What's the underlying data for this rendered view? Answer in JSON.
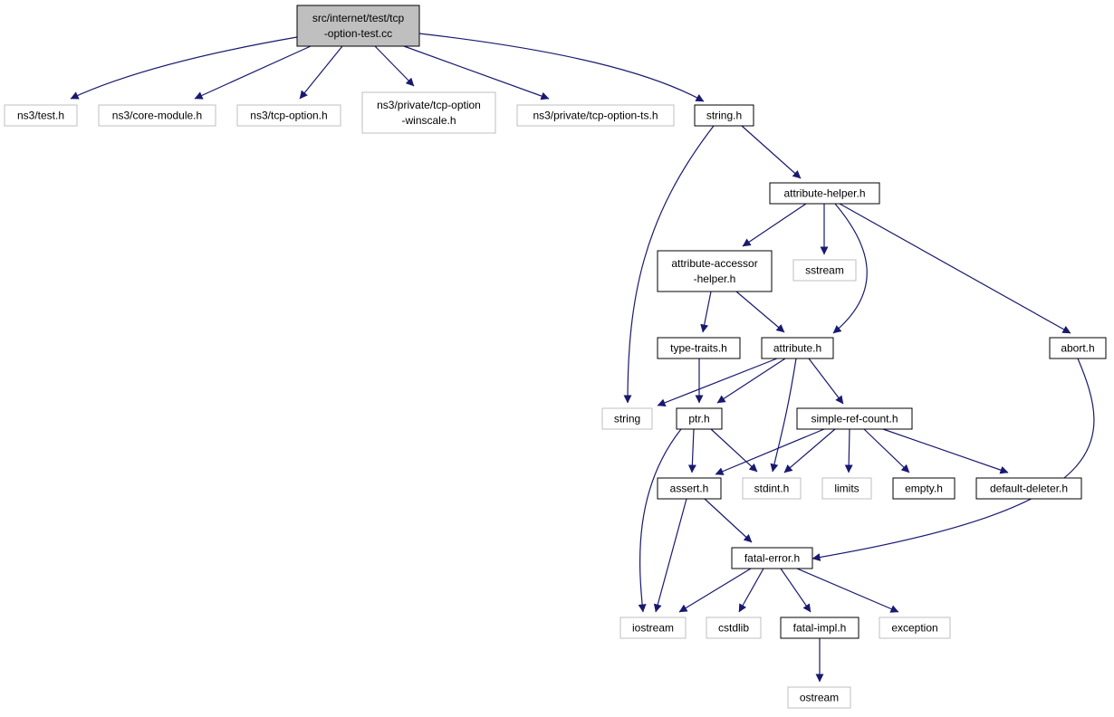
{
  "colors": {
    "edge": "#191970",
    "root_fill": "#bfbfbf",
    "root_border": "#000000",
    "documented_border": "#000000",
    "external_border": "#bfbfbf",
    "node_fill": "#ffffff"
  },
  "nodes": {
    "root": {
      "lines": [
        "src/internet/test/tcp",
        "-option-test.cc"
      ],
      "kind": "root"
    },
    "test_h": {
      "lines": [
        "ns3/test.h"
      ],
      "kind": "external"
    },
    "core_module_h": {
      "lines": [
        "ns3/core-module.h"
      ],
      "kind": "external"
    },
    "tcp_option_h": {
      "lines": [
        "ns3/tcp-option.h"
      ],
      "kind": "external"
    },
    "tcp_option_winscale_h": {
      "lines": [
        "ns3/private/tcp-option",
        "-winscale.h"
      ],
      "kind": "external"
    },
    "tcp_option_ts_h": {
      "lines": [
        "ns3/private/tcp-option-ts.h"
      ],
      "kind": "external"
    },
    "string_h": {
      "lines": [
        "string.h"
      ],
      "kind": "documented"
    },
    "attribute_helper_h": {
      "lines": [
        "attribute-helper.h"
      ],
      "kind": "documented"
    },
    "attribute_accessor_helper_h": {
      "lines": [
        "attribute-accessor",
        "-helper.h"
      ],
      "kind": "documented"
    },
    "sstream": {
      "lines": [
        "sstream"
      ],
      "kind": "external"
    },
    "type_traits_h": {
      "lines": [
        "type-traits.h"
      ],
      "kind": "documented"
    },
    "attribute_h": {
      "lines": [
        "attribute.h"
      ],
      "kind": "documented"
    },
    "abort_h": {
      "lines": [
        "abort.h"
      ],
      "kind": "documented"
    },
    "string": {
      "lines": [
        "string"
      ],
      "kind": "external"
    },
    "ptr_h": {
      "lines": [
        "ptr.h"
      ],
      "kind": "documented"
    },
    "simple_ref_count_h": {
      "lines": [
        "simple-ref-count.h"
      ],
      "kind": "documented"
    },
    "assert_h": {
      "lines": [
        "assert.h"
      ],
      "kind": "documented"
    },
    "stdint_h": {
      "lines": [
        "stdint.h"
      ],
      "kind": "external"
    },
    "limits": {
      "lines": [
        "limits"
      ],
      "kind": "external"
    },
    "empty_h": {
      "lines": [
        "empty.h"
      ],
      "kind": "documented"
    },
    "default_deleter_h": {
      "lines": [
        "default-deleter.h"
      ],
      "kind": "documented"
    },
    "fatal_error_h": {
      "lines": [
        "fatal-error.h"
      ],
      "kind": "documented"
    },
    "iostream": {
      "lines": [
        "iostream"
      ],
      "kind": "external"
    },
    "cstdlib": {
      "lines": [
        "cstdlib"
      ],
      "kind": "external"
    },
    "fatal_impl_h": {
      "lines": [
        "fatal-impl.h"
      ],
      "kind": "documented"
    },
    "exception": {
      "lines": [
        "exception"
      ],
      "kind": "external"
    },
    "ostream": {
      "lines": [
        "ostream"
      ],
      "kind": "external"
    }
  },
  "edges": [
    [
      "root",
      "test_h"
    ],
    [
      "root",
      "core_module_h"
    ],
    [
      "root",
      "tcp_option_h"
    ],
    [
      "root",
      "tcp_option_winscale_h"
    ],
    [
      "root",
      "tcp_option_ts_h"
    ],
    [
      "root",
      "string_h"
    ],
    [
      "string_h",
      "string"
    ],
    [
      "string_h",
      "attribute_helper_h"
    ],
    [
      "attribute_helper_h",
      "attribute_accessor_helper_h"
    ],
    [
      "attribute_helper_h",
      "sstream"
    ],
    [
      "attribute_helper_h",
      "attribute_h"
    ],
    [
      "attribute_helper_h",
      "abort_h"
    ],
    [
      "attribute_accessor_helper_h",
      "type_traits_h"
    ],
    [
      "attribute_accessor_helper_h",
      "attribute_h"
    ],
    [
      "type_traits_h",
      "ptr_h"
    ],
    [
      "attribute_h",
      "string"
    ],
    [
      "attribute_h",
      "ptr_h"
    ],
    [
      "attribute_h",
      "stdint_h"
    ],
    [
      "attribute_h",
      "simple_ref_count_h"
    ],
    [
      "abort_h",
      "fatal_error_h"
    ],
    [
      "ptr_h",
      "assert_h"
    ],
    [
      "ptr_h",
      "stdint_h"
    ],
    [
      "ptr_h",
      "iostream"
    ],
    [
      "simple_ref_count_h",
      "assert_h"
    ],
    [
      "simple_ref_count_h",
      "stdint_h"
    ],
    [
      "simple_ref_count_h",
      "limits"
    ],
    [
      "simple_ref_count_h",
      "empty_h"
    ],
    [
      "simple_ref_count_h",
      "default_deleter_h"
    ],
    [
      "assert_h",
      "iostream"
    ],
    [
      "assert_h",
      "fatal_error_h"
    ],
    [
      "fatal_error_h",
      "iostream"
    ],
    [
      "fatal_error_h",
      "cstdlib"
    ],
    [
      "fatal_error_h",
      "fatal_impl_h"
    ],
    [
      "fatal_error_h",
      "exception"
    ],
    [
      "fatal_impl_h",
      "ostream"
    ]
  ]
}
